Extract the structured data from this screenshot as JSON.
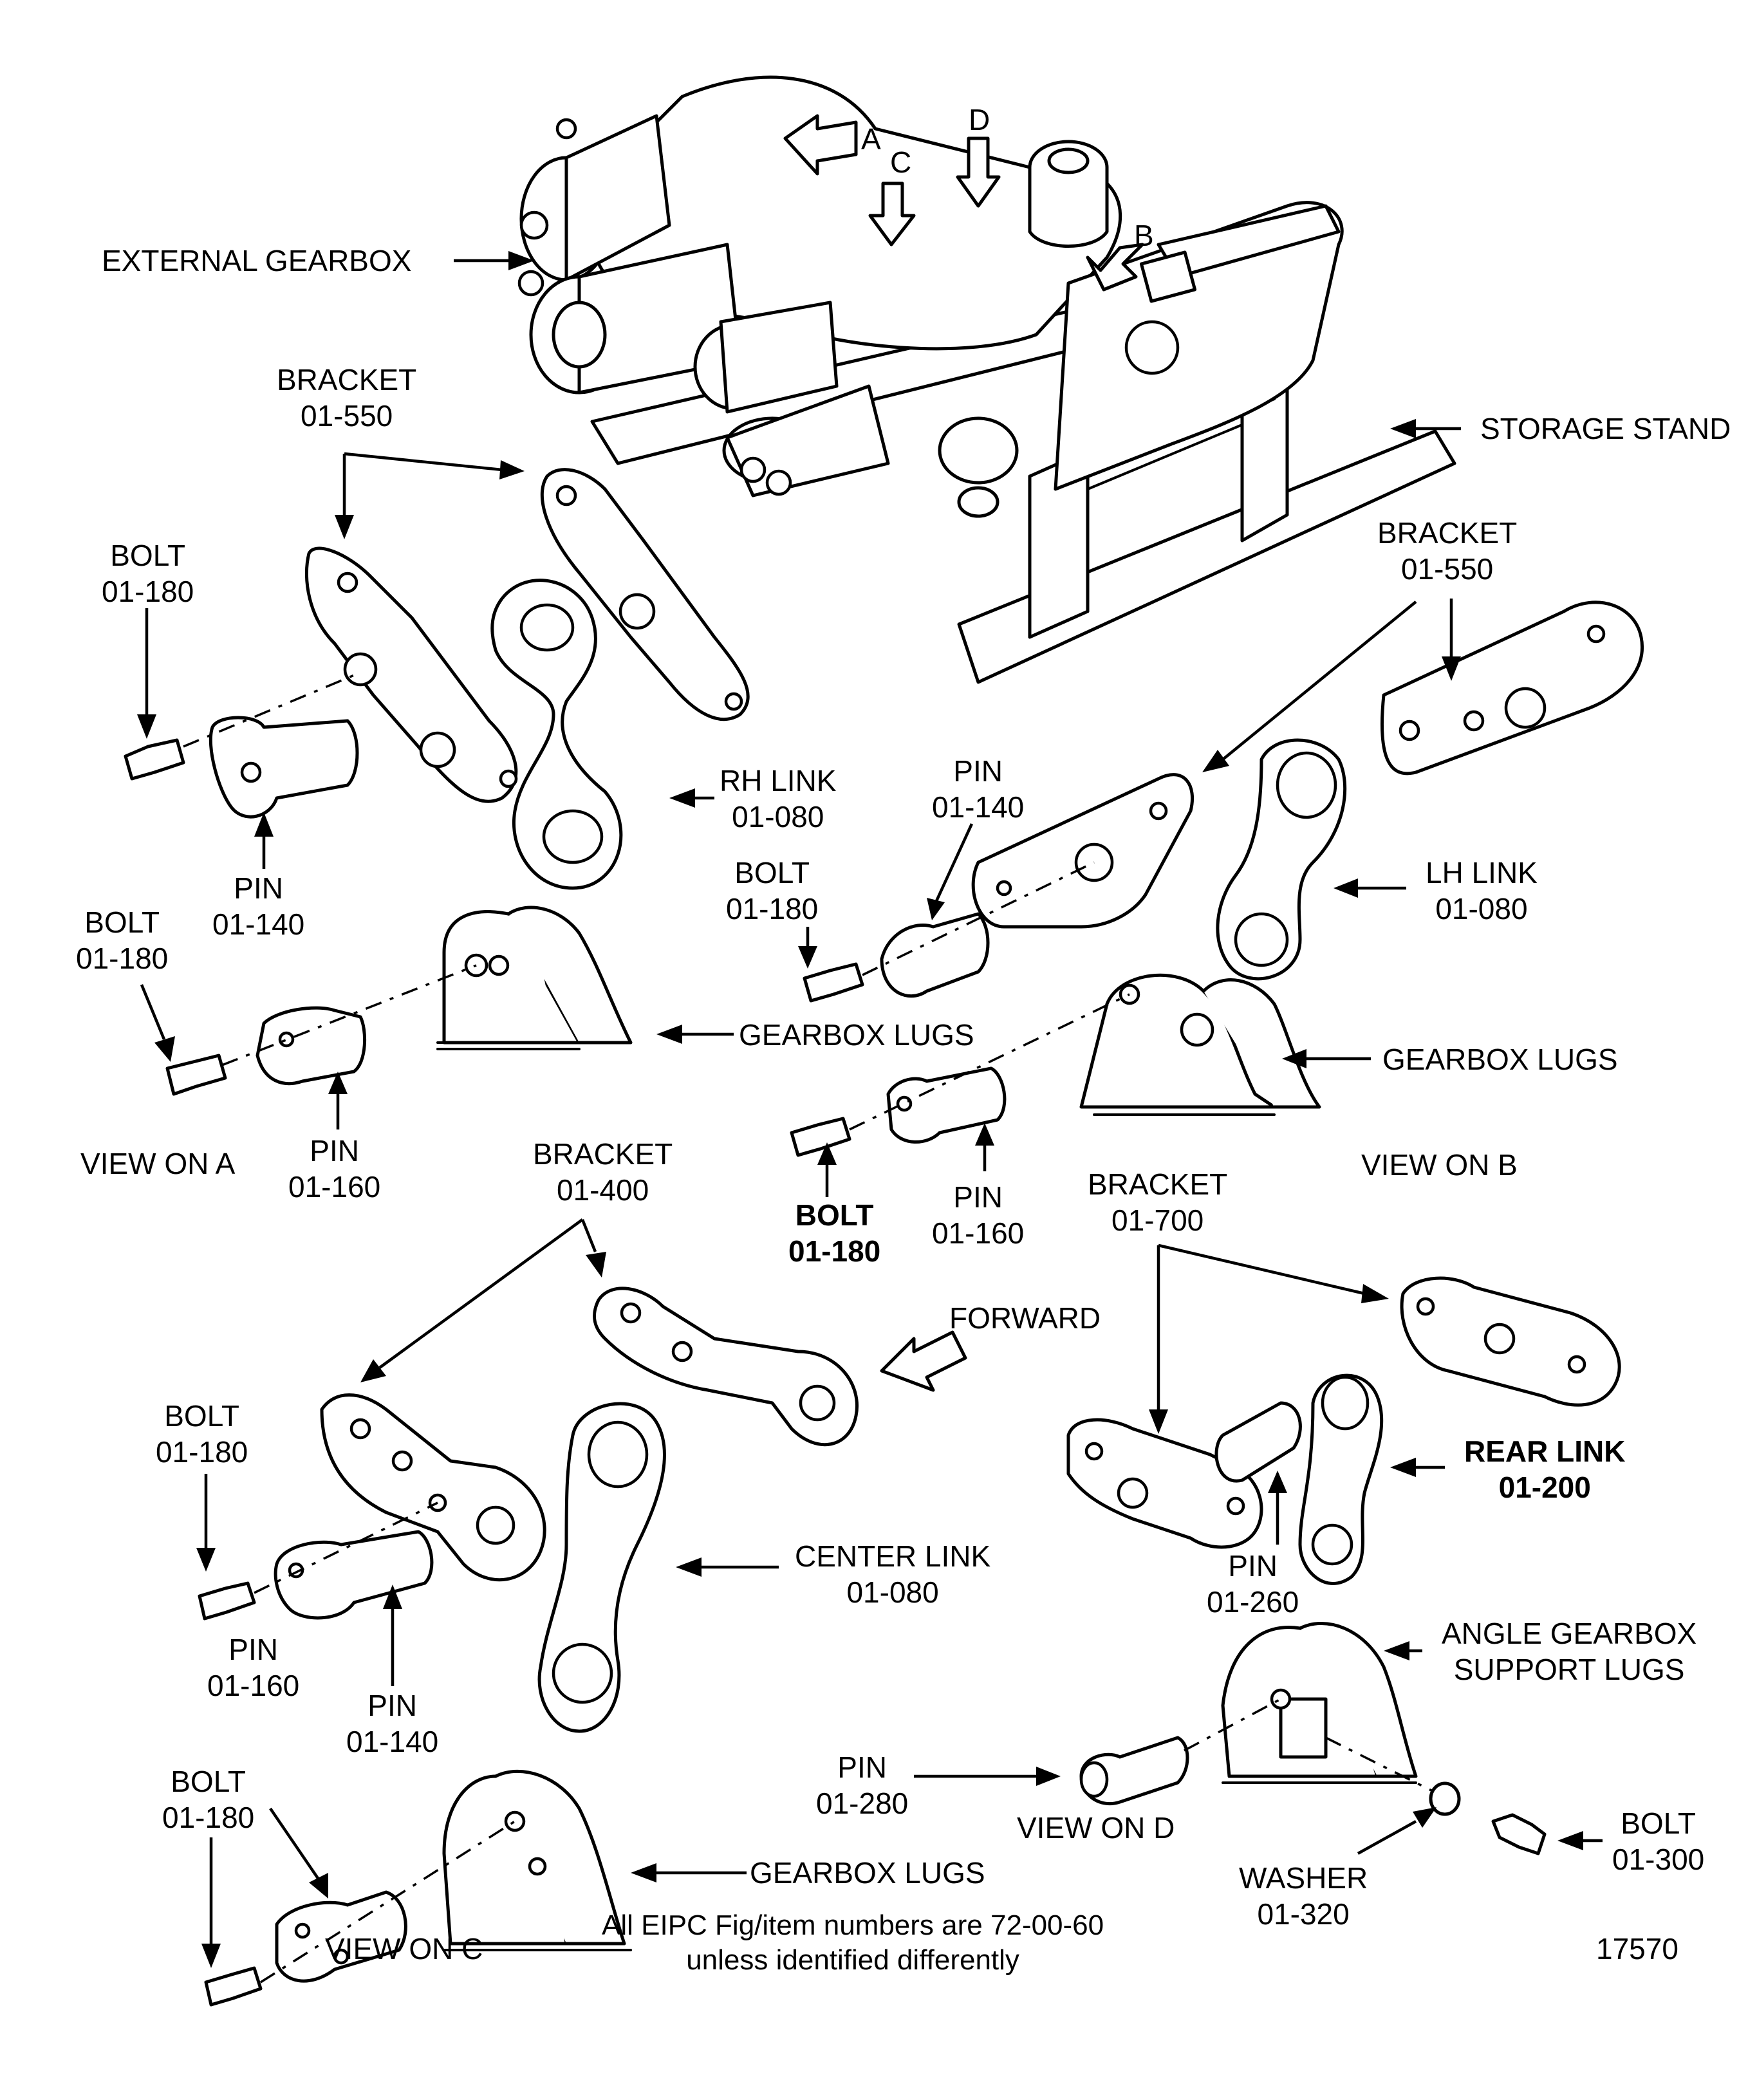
{
  "labels": {
    "external_gearbox": "EXTERNAL GEARBOX",
    "storage_stand": "STORAGE STAND",
    "view_letters": {
      "a": "A",
      "b": "B",
      "c": "C",
      "d": "D"
    },
    "view_a": {
      "bracket": [
        "BRACKET",
        "01-550"
      ],
      "bolt_top": [
        "BOLT",
        "01-180"
      ],
      "rh_link": [
        "RH LINK",
        "01-080"
      ],
      "pin_top": [
        "PIN",
        "01-140"
      ],
      "bolt_bottom": [
        "BOLT",
        "01-180"
      ],
      "pin_bottom": [
        "PIN",
        "01-160"
      ],
      "gearbox_lugs": "GEARBOX LUGS",
      "title": "VIEW ON A"
    },
    "view_b": {
      "bracket": [
        "BRACKET",
        "01-550"
      ],
      "pin_top": [
        "PIN",
        "01-140"
      ],
      "bolt_top": [
        "BOLT",
        "01-180"
      ],
      "lh_link": [
        "LH LINK",
        "01-080"
      ],
      "gearbox_lugs": "GEARBOX LUGS",
      "bolt_bottom": [
        "BOLT",
        "01-180"
      ],
      "pin_bottom": [
        "PIN",
        "01-160"
      ],
      "title": "VIEW ON B"
    },
    "view_c": {
      "bracket": [
        "BRACKET",
        "01-400"
      ],
      "forward": "FORWARD",
      "bolt_top": [
        "BOLT",
        "01-180"
      ],
      "center_link": [
        "CENTER LINK",
        "01-080"
      ],
      "pin_140": [
        "PIN",
        "01-140"
      ],
      "pin_160": [
        "PIN",
        "01-160"
      ],
      "bolt_bottom": [
        "BOLT",
        "01-180"
      ],
      "gearbox_lugs": "GEARBOX LUGS",
      "title": "VIEW ON C"
    },
    "view_d": {
      "bracket": [
        "BRACKET",
        "01-700"
      ],
      "rear_link": [
        "REAR LINK",
        "01-200"
      ],
      "pin_260": [
        "PIN",
        "01-260"
      ],
      "angle_lugs": [
        "ANGLE GEARBOX",
        "SUPPORT LUGS"
      ],
      "pin_280": [
        "PIN",
        "01-280"
      ],
      "bolt": [
        "BOLT",
        "01-300"
      ],
      "washer": [
        "WASHER",
        "01-320"
      ],
      "title": "VIEW ON D"
    },
    "note": [
      "All EIPC Fig/item numbers are 72-00-60",
      "unless identified differently"
    ],
    "figure_number": "17570"
  }
}
